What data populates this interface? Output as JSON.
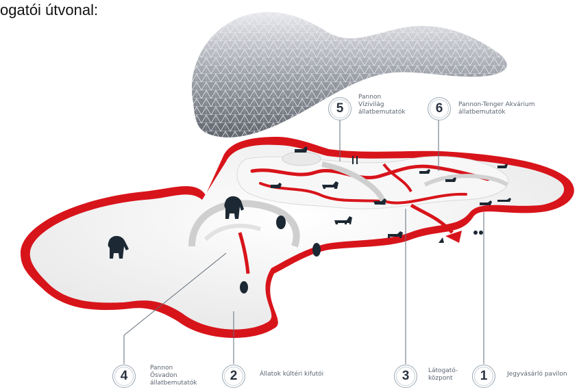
{
  "title": "ogatói útvonal:",
  "stops": [
    {
      "number": "5",
      "lines": [
        "Pannon",
        "Vízivilág",
        "állatbemutatók"
      ]
    },
    {
      "number": "6",
      "lines": [
        "Pannon-Tenger Akvárium",
        "állatbemutatók"
      ]
    },
    {
      "number": "4",
      "lines": [
        "Pannon",
        "Ősvadon",
        "állatbemutatók"
      ]
    },
    {
      "number": "2",
      "lines": [
        "Állatok kültéri kifutói"
      ]
    },
    {
      "number": "3",
      "lines": [
        "Látogató-",
        "központ"
      ]
    },
    {
      "number": "1",
      "lines": [
        "Jegyvásárló pavilon"
      ]
    }
  ],
  "colors": {
    "route": "#d8141b",
    "structure": "#f1f1f1",
    "dome": "#b9bcc2",
    "leader": "#5f6b78"
  }
}
